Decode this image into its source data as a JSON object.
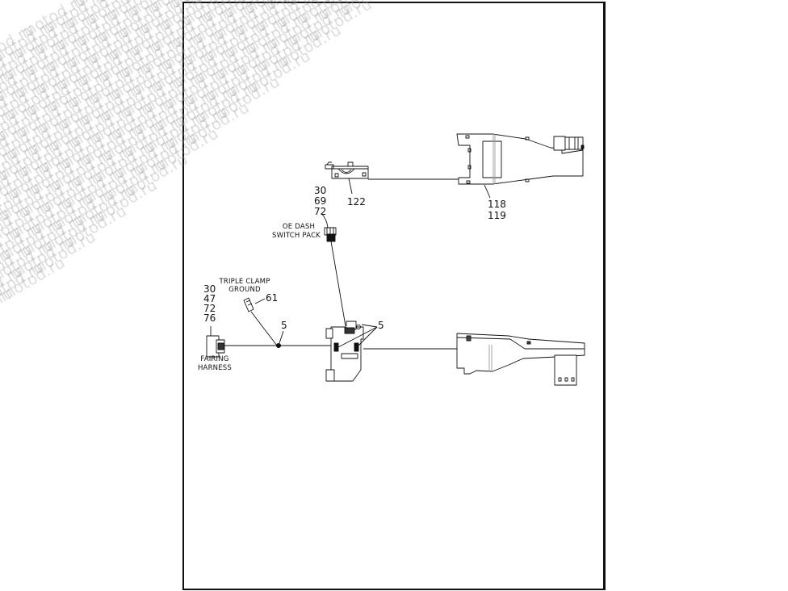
{
  "watermark": {
    "text": "motod.ru",
    "color": "#c8c8c8"
  },
  "page": {
    "border_color": "#111111",
    "background": "#ffffff"
  },
  "diagram": {
    "type": "wiring harness parts diagram",
    "upper_assembly": {
      "switch_housing_ref": "122",
      "harness_ref_lines": [
        "118",
        "119"
      ],
      "switch_pack_refs": [
        "30",
        "69",
        "72"
      ],
      "switch_pack_caption": [
        "OE DASH",
        "SWITCH PACK"
      ]
    },
    "lower_assembly": {
      "fairing_harness_refs": [
        "30",
        "47",
        "72",
        "76"
      ],
      "fairing_harness_caption": [
        "FAIRING",
        "HARNESS"
      ],
      "triple_clamp_caption": [
        "TRIPLE CLAMP",
        "GROUND"
      ],
      "triple_clamp_ref": "61",
      "splice_ref_left": "5",
      "splice_ref_right": "5"
    }
  }
}
